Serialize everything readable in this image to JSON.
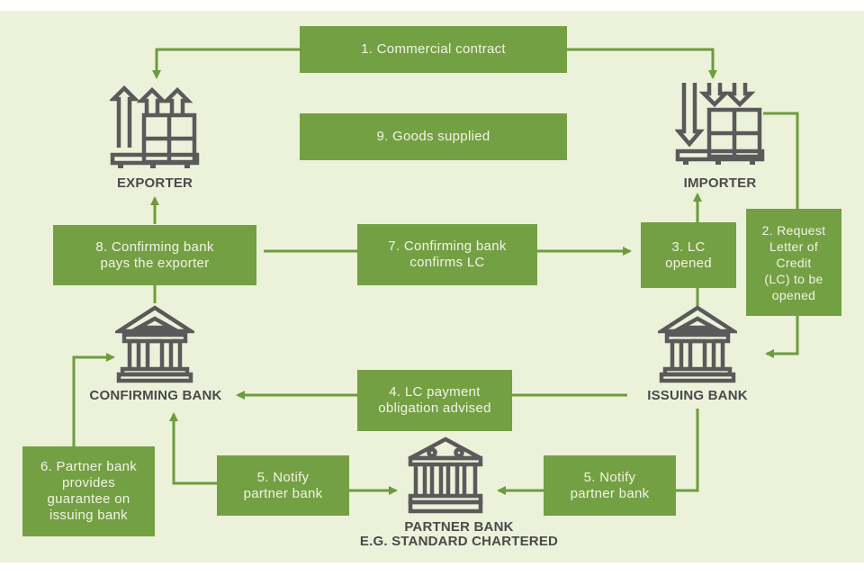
{
  "diagram": {
    "title": "Letter of Credit process flow",
    "colors": {
      "background": "#ecf2da",
      "box_fill": "#74a044",
      "box_text": "#f2f4e6",
      "connector": "#6d9c3c",
      "icon_stroke": "#5a5a5a",
      "label_text": "#4a4a4a"
    },
    "nodes": {
      "exporter": {
        "label": "EXPORTER",
        "icon": "pallet-export-icon"
      },
      "importer": {
        "label": "IMPORTER",
        "icon": "pallet-import-icon"
      },
      "confirming_bank": {
        "label": "CONFIRMING BANK",
        "icon": "bank-icon"
      },
      "issuing_bank": {
        "label": "ISSUING BANK",
        "icon": "bank-icon"
      },
      "partner_bank": {
        "label": "PARTNER BANK\nE.G. STANDARD CHARTERED",
        "icon": "bank-icon"
      }
    },
    "steps": [
      {
        "id": "1",
        "text": "1. Commercial contract",
        "from": "contract",
        "to": [
          "exporter",
          "importer"
        ]
      },
      {
        "id": "2",
        "text": "2. Request\nLetter of\nCredit\n(LC) to be\nopened",
        "from": "importer",
        "to": [
          "issuing_bank"
        ]
      },
      {
        "id": "3",
        "text": "3. LC\nopened",
        "from": "issuing_bank",
        "to": [
          "importer"
        ]
      },
      {
        "id": "4",
        "text": "4. LC payment\nobligation advised",
        "from": "issuing_bank",
        "to": [
          "confirming_bank"
        ]
      },
      {
        "id": "5a",
        "text": "5. Notify\npartner bank",
        "from": "confirming_bank",
        "to": [
          "partner_bank"
        ]
      },
      {
        "id": "5b",
        "text": "5. Notify\npartner bank",
        "from": "issuing_bank",
        "to": [
          "partner_bank"
        ]
      },
      {
        "id": "6",
        "text": "6. Partner bank\nprovides\nguarantee on\nissuing bank",
        "from": "partner_bank",
        "to": [
          "confirming_bank"
        ]
      },
      {
        "id": "7",
        "text": "7. Confirming bank\nconfirms LC",
        "from": "confirming_bank",
        "to": [
          "issuing_bank"
        ]
      },
      {
        "id": "8",
        "text": "8. Confirming bank\npays the exporter",
        "from": "confirming_bank",
        "to": [
          "exporter"
        ]
      },
      {
        "id": "9",
        "text": "9. Goods supplied",
        "from": "exporter",
        "to": [
          "importer"
        ]
      }
    ]
  }
}
